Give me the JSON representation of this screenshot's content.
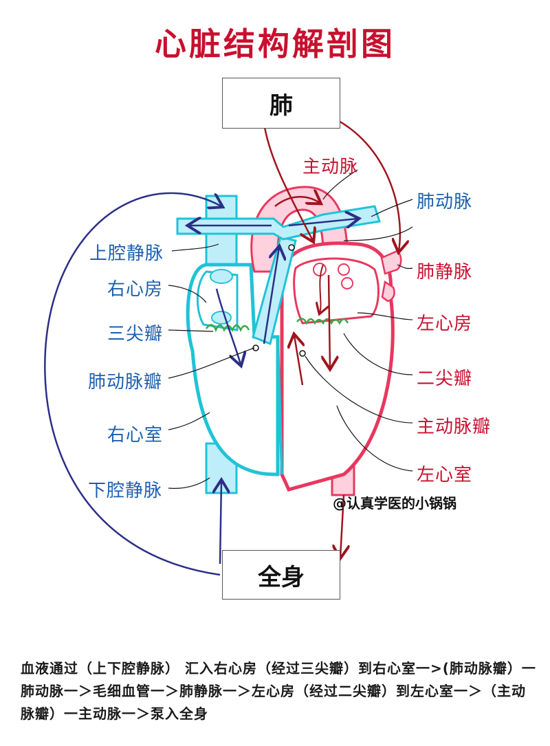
{
  "title": "心脏结构解剖图",
  "boxes": {
    "lung": "肺",
    "body": "全身"
  },
  "labels_left": {
    "superior_vena_cava": "上腔静脉",
    "right_atrium": "右心房",
    "tricuspid_valve": "三尖瓣",
    "pulmonary_valve": "肺动脉瓣",
    "right_ventricle": "右心室",
    "inferior_vena_cava": "下腔静脉"
  },
  "labels_right": {
    "aorta": "主动脉",
    "pulmonary_artery": "肺动脉",
    "pulmonary_vein": "肺静脉",
    "left_atrium": "左心房",
    "mitral_valve": "二尖瓣",
    "aortic_valve": "主动脉瓣",
    "left_ventricle": "左心室"
  },
  "watermark": "@认真学医的小锅锅",
  "description": "血液通过（上下腔静脉） 汇入右心房（经过三尖瓣）到右心室一>(肺动脉瓣）一肺动脉一＞毛细血管一＞肺静脉一＞左心房（经过二尖瓣）到左心室一＞（主动脉瓣）一主动脉一＞泵入全身",
  "colors": {
    "title": "#c8102e",
    "blue_text": "#1c5fae",
    "red_text": "#c8102e",
    "cyan_outline": "#1fc3d6",
    "cyan_fill": "#bdeefa",
    "pink_outline": "#e8375e",
    "pink_fill": "#ffd0de",
    "navy_arrow": "#2b2f86",
    "darkred_arrow": "#a0141e",
    "valve_green": "#3aa845"
  }
}
